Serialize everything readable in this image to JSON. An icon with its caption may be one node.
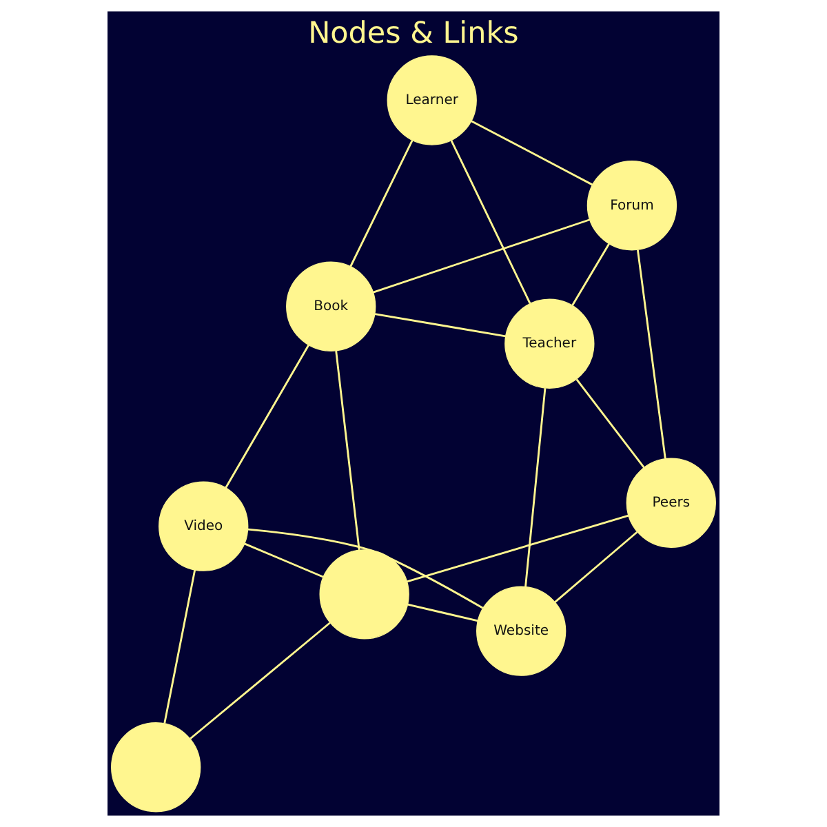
{
  "diagram": {
    "title": "Nodes & Links",
    "nodes": [
      {
        "text": [
          "Learner"
        ]
      },
      {
        "text": [
          "Forum"
        ]
      },
      {
        "text": [
          "Peers"
        ]
      },
      {
        "text": [
          "Website"
        ]
      },
      {
        "text": [
          "Teacher"
        ]
      },
      {
        "text": [
          "Book"
        ]
      },
      {
        "text": [],
        "shape": "circle"
      },
      {
        "text": [
          "Video"
        ]
      },
      {
        "text": [],
        "shape": "circle"
      }
    ],
    "edges": [
      {
        "from": 0,
        "to": 1,
        "arrow": "none"
      },
      {
        "from": 0,
        "to": 4,
        "arrow": "none"
      },
      {
        "from": 0,
        "to": 5,
        "arrow": "none"
      },
      {
        "from": 1,
        "to": 2,
        "arrow": "none"
      },
      {
        "from": 1,
        "to": 4,
        "arrow": "none"
      },
      {
        "from": 1,
        "to": 5,
        "arrow": "none"
      },
      {
        "from": 2,
        "to": 4,
        "arrow": "none"
      },
      {
        "from": 2,
        "to": 3,
        "arrow": "none"
      },
      {
        "from": 2,
        "to": 6,
        "arrow": "none"
      },
      {
        "from": 3,
        "to": 4,
        "arrow": "none"
      },
      {
        "from": 3,
        "to": 7,
        "arrow": "none"
      },
      {
        "from": 3,
        "to": 6,
        "arrow": "none"
      },
      {
        "from": 4,
        "to": 5,
        "arrow": "none"
      },
      {
        "from": 5,
        "to": 6,
        "arrow": "none"
      },
      {
        "from": 5,
        "to": 7,
        "arrow": "none"
      },
      {
        "from": 7,
        "to": 6,
        "arrow": "none"
      },
      {
        "from": 7,
        "to": 8,
        "arrow": "none"
      },
      {
        "from": 6,
        "to": 8,
        "arrow": "none"
      }
    ]
  }
}
